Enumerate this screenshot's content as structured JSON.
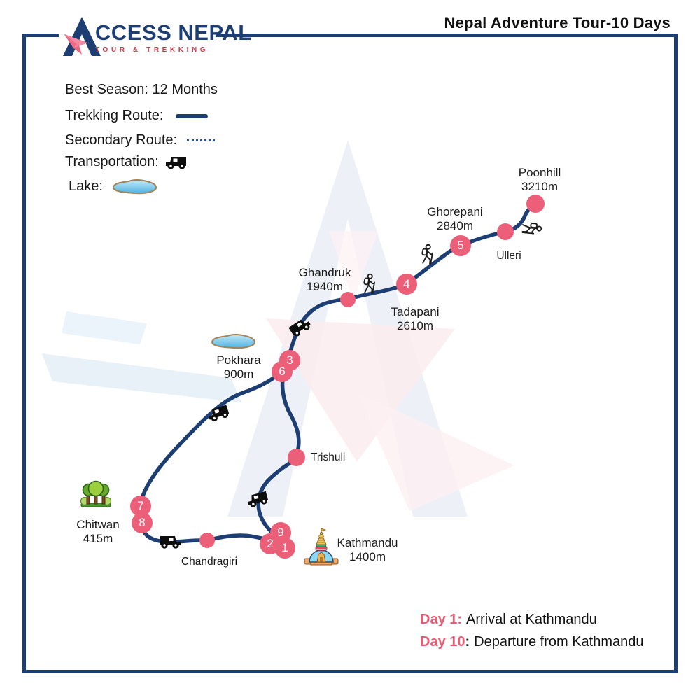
{
  "brand": {
    "name_initial": "A",
    "name_rest": "CCESS NEPAL",
    "tagline": "TOUR & TREKKING"
  },
  "header": {
    "title": "Nepal Adventure Tour-10 Days"
  },
  "legend": {
    "best_season": "Best Season: 12 Months",
    "trekking_route": "Trekking Route:",
    "secondary_route": "Secondary Route:",
    "transportation": "Transportation:",
    "lake": "Lake:"
  },
  "map": {
    "locations": {
      "poonhill": {
        "name": "Poonhill",
        "altitude": "3210m"
      },
      "ghorepani": {
        "name": "Ghorepani",
        "altitude": "2840m"
      },
      "ulleri": {
        "name": "Ulleri"
      },
      "tadapani": {
        "name": "Tadapani",
        "altitude": "2610m"
      },
      "ghandruk": {
        "name": "Ghandruk",
        "altitude": "1940m"
      },
      "pokhara": {
        "name": "Pokhara",
        "altitude": "900m"
      },
      "trishuli": {
        "name": "Trishuli"
      },
      "chitwan": {
        "name": "Chitwan",
        "altitude": "415m"
      },
      "chandragiri": {
        "name": "Chandragiri"
      },
      "kathmandu": {
        "name": "Kathmandu",
        "altitude": "1400m"
      }
    },
    "stops": {
      "s1": "1",
      "s2": "2",
      "s3": "3",
      "s4": "4",
      "s5": "5",
      "s6": "6",
      "s7": "7",
      "s8": "8",
      "s9": "9"
    }
  },
  "notes": {
    "day1_label": "Day 1:",
    "day1_text": "Arrival at Kathmandu",
    "day10_label": "Day 10",
    "day10_colon": ":",
    "day10_text": "Departure from Kathmandu"
  },
  "colors": {
    "navy_route": "#1d3e73",
    "pink_marker": "#ec5f79",
    "tagline_red": "#cf3a44",
    "lake_blue": "#4fb3e3",
    "title_black": "#111111"
  }
}
